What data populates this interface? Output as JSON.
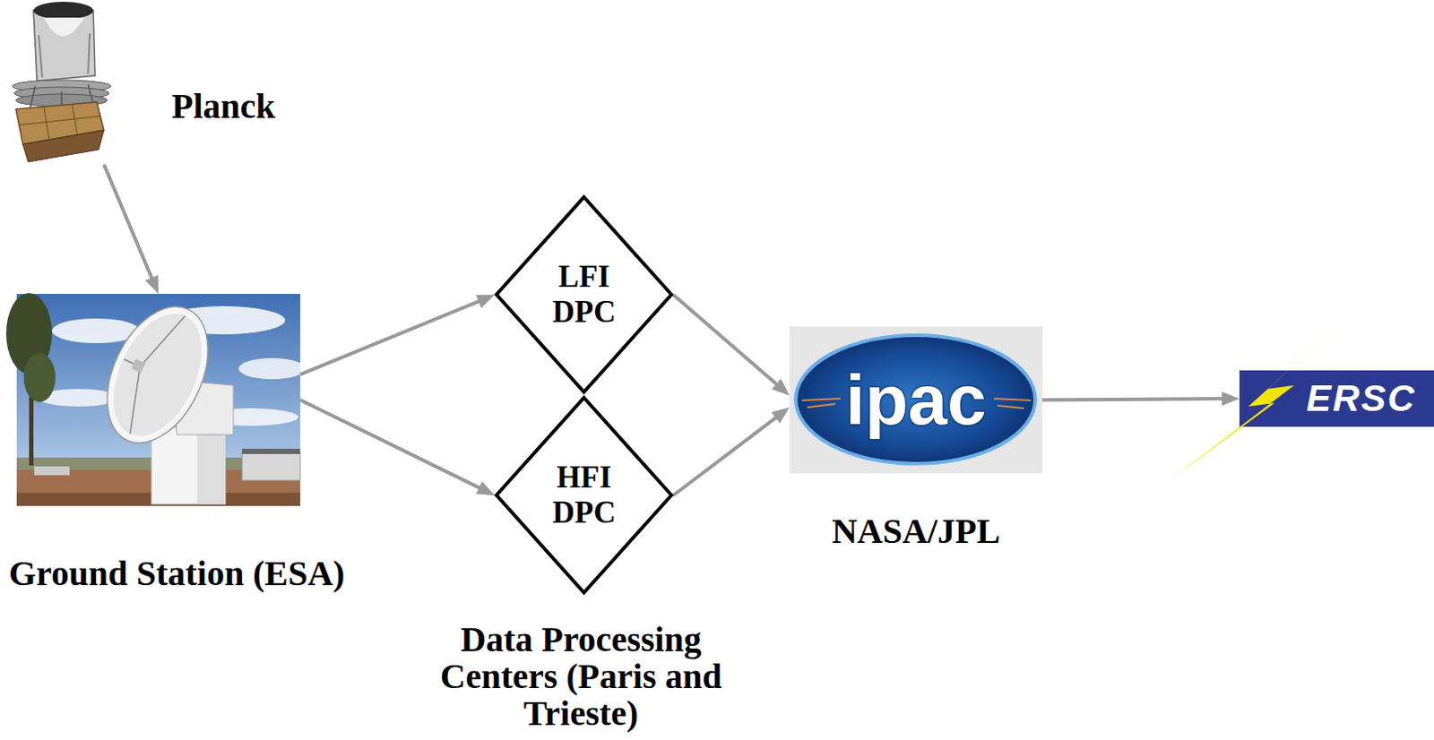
{
  "diagram": {
    "nodes": [
      {
        "text": [
          "Planck"
        ]
      },
      {
        "text": [
          "Ground Station (ESA)"
        ]
      },
      {
        "text": [
          "LFI DPC"
        ]
      },
      {
        "text": [
          "HFI DPC"
        ]
      },
      {
        "text": [
          "ipac",
          "NASA/JPL"
        ]
      },
      {
        "text": [
          "ERSC"
        ]
      }
    ],
    "edges": [
      {
        "from": 0,
        "to": 1,
        "arrow": "to"
      },
      {
        "from": 1,
        "to": 2,
        "arrow": "to"
      },
      {
        "from": 1,
        "to": 3,
        "arrow": "to"
      },
      {
        "from": 2,
        "to": 4,
        "arrow": "to"
      },
      {
        "from": 3,
        "to": 4,
        "arrow": "to"
      },
      {
        "from": 4,
        "to": 5,
        "arrow": "to"
      }
    ],
    "labels": [
      "Data Processing Centers (Paris and Trieste)"
    ]
  }
}
